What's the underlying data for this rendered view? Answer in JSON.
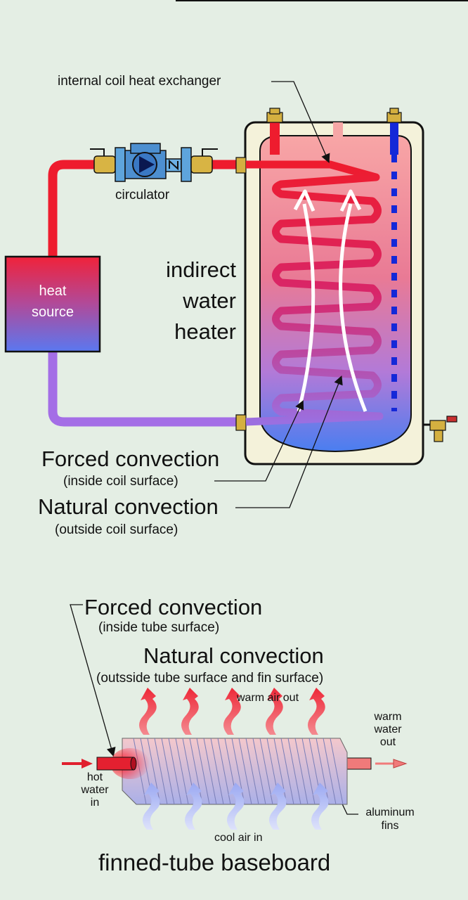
{
  "colors": {
    "background": "#e4eee4",
    "hot_water": "#ee1c2e",
    "cool_water": "#9b6fe0",
    "tank_top": "#f8a6a6",
    "tank_bottom": "#4a7ef0",
    "cold_line": "#1428d8",
    "outline": "#111111",
    "brass": "#d4b040"
  },
  "icons": [
    "circulator-pump-icon",
    "valve-icon",
    "drain-valve-icon",
    "upward-arrow-icon"
  ],
  "top_diagram": {
    "coil_label": "internal coil heat exchanger",
    "circulator_label": "circulator",
    "heater_label": [
      "indirect",
      "water",
      "heater"
    ],
    "source_label": [
      "heat",
      "source"
    ],
    "forced_title": "Forced convection",
    "forced_sub": "(inside coil surface)",
    "natural_title": "Natural convection",
    "natural_sub": "(outside coil surface)"
  },
  "bottom_diagram": {
    "forced_title": "Forced convection",
    "forced_sub": "(inside tube surface)",
    "natural_title": "Natural convection",
    "natural_sub": "(outsside tube surface and fin surface)",
    "warm_air": "warm air out",
    "warm_water": [
      "warm",
      "water",
      "out"
    ],
    "hot_water": [
      "hot",
      "water",
      "in"
    ],
    "cool_air": "cool air in",
    "fins": [
      "aluminum",
      "fins"
    ],
    "title": "finned-tube baseboard"
  }
}
